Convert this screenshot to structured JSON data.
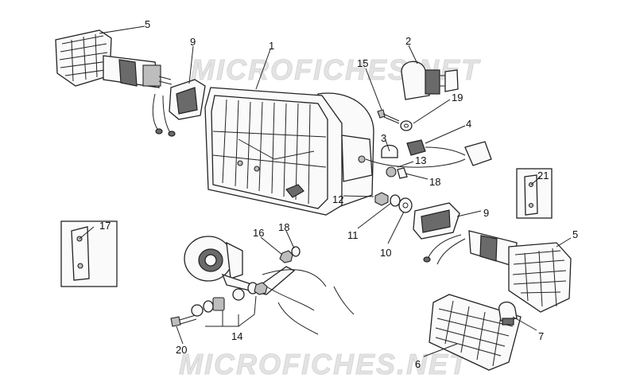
{
  "watermark": {
    "top": "MICROFICHES.NET",
    "bottom": "MICROFICHES.NET"
  },
  "labels": {
    "l1": "1",
    "l2": "2",
    "l3": "3",
    "l4": "4",
    "l5a": "5",
    "l5b": "5",
    "l6": "6",
    "l7": "7",
    "l9a": "9",
    "l9b": "9",
    "l10": "10",
    "l11": "11",
    "l12": "12",
    "l13": "13",
    "l14": "14",
    "l15": "15",
    "l16": "16",
    "l17": "17",
    "l18a": "18",
    "l18b": "18",
    "l19": "19",
    "l20": "20",
    "l21": "21"
  },
  "colors": {
    "line": "#222222",
    "watermark": "#e3e3e3",
    "background": "#ffffff"
  }
}
